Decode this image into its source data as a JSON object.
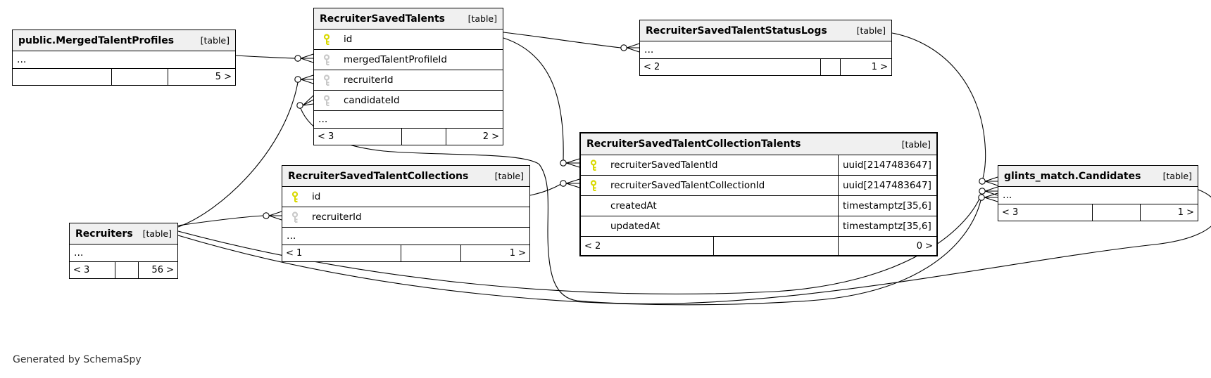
{
  "footer_note": "Generated by SchemaSpy",
  "colors": {
    "primary_key_icon": "#d9d900",
    "foreign_key_icon": "#c9c9c9",
    "table_border": "#000000",
    "header_background": "#f0f0f0",
    "edge_stroke": "#000000"
  },
  "tables": {
    "merged_talent_profiles": {
      "title": "public.MergedTalentProfiles",
      "tag": "[table]",
      "ellipsis": "...",
      "stats": {
        "left": "",
        "middle": "",
        "right": "5 >"
      }
    },
    "recruiter_saved_talents": {
      "title": "RecruiterSavedTalents",
      "tag": "[table]",
      "columns": [
        {
          "name": "id",
          "key": "primary"
        },
        {
          "name": "mergedTalentProfileId",
          "key": "foreign"
        },
        {
          "name": "recruiterId",
          "key": "foreign"
        },
        {
          "name": "candidateId",
          "key": "foreign"
        }
      ],
      "ellipsis": "...",
      "stats": {
        "left": "< 3",
        "middle": "",
        "right": "2 >"
      }
    },
    "recruiter_saved_talent_status_logs": {
      "title": "RecruiterSavedTalentStatusLogs",
      "tag": "[table]",
      "ellipsis": "...",
      "stats": {
        "left": "< 2",
        "middle": "",
        "right": "1 >"
      }
    },
    "recruiter_saved_talent_collection_talents": {
      "title": "RecruiterSavedTalentCollectionTalents",
      "tag": "[table]",
      "columns": [
        {
          "name": "recruiterSavedTalentId",
          "type": "uuid[2147483647]",
          "key": "primary"
        },
        {
          "name": "recruiterSavedTalentCollectionId",
          "type": "uuid[2147483647]",
          "key": "primary"
        },
        {
          "name": "createdAt",
          "type": "timestamptz[35,6]",
          "key": "none"
        },
        {
          "name": "updatedAt",
          "type": "timestamptz[35,6]",
          "key": "none"
        }
      ],
      "stats": {
        "left": "< 2",
        "middle": "",
        "right": "0 >"
      }
    },
    "recruiter_saved_talent_collections": {
      "title": "RecruiterSavedTalentCollections",
      "tag": "[table]",
      "columns": [
        {
          "name": "id",
          "key": "primary"
        },
        {
          "name": "recruiterId",
          "key": "foreign"
        }
      ],
      "ellipsis": "...",
      "stats": {
        "left": "< 1",
        "middle": "",
        "right": "1 >"
      }
    },
    "recruiters": {
      "title": "Recruiters",
      "tag": "[table]",
      "ellipsis": "...",
      "stats": {
        "left": "< 3",
        "middle": "",
        "right": "56 >"
      }
    },
    "glints_match_candidates": {
      "title": "glints_match.Candidates",
      "tag": "[table]",
      "ellipsis": "...",
      "stats": {
        "left": "< 3",
        "middle": "",
        "right": "1 >"
      }
    }
  }
}
